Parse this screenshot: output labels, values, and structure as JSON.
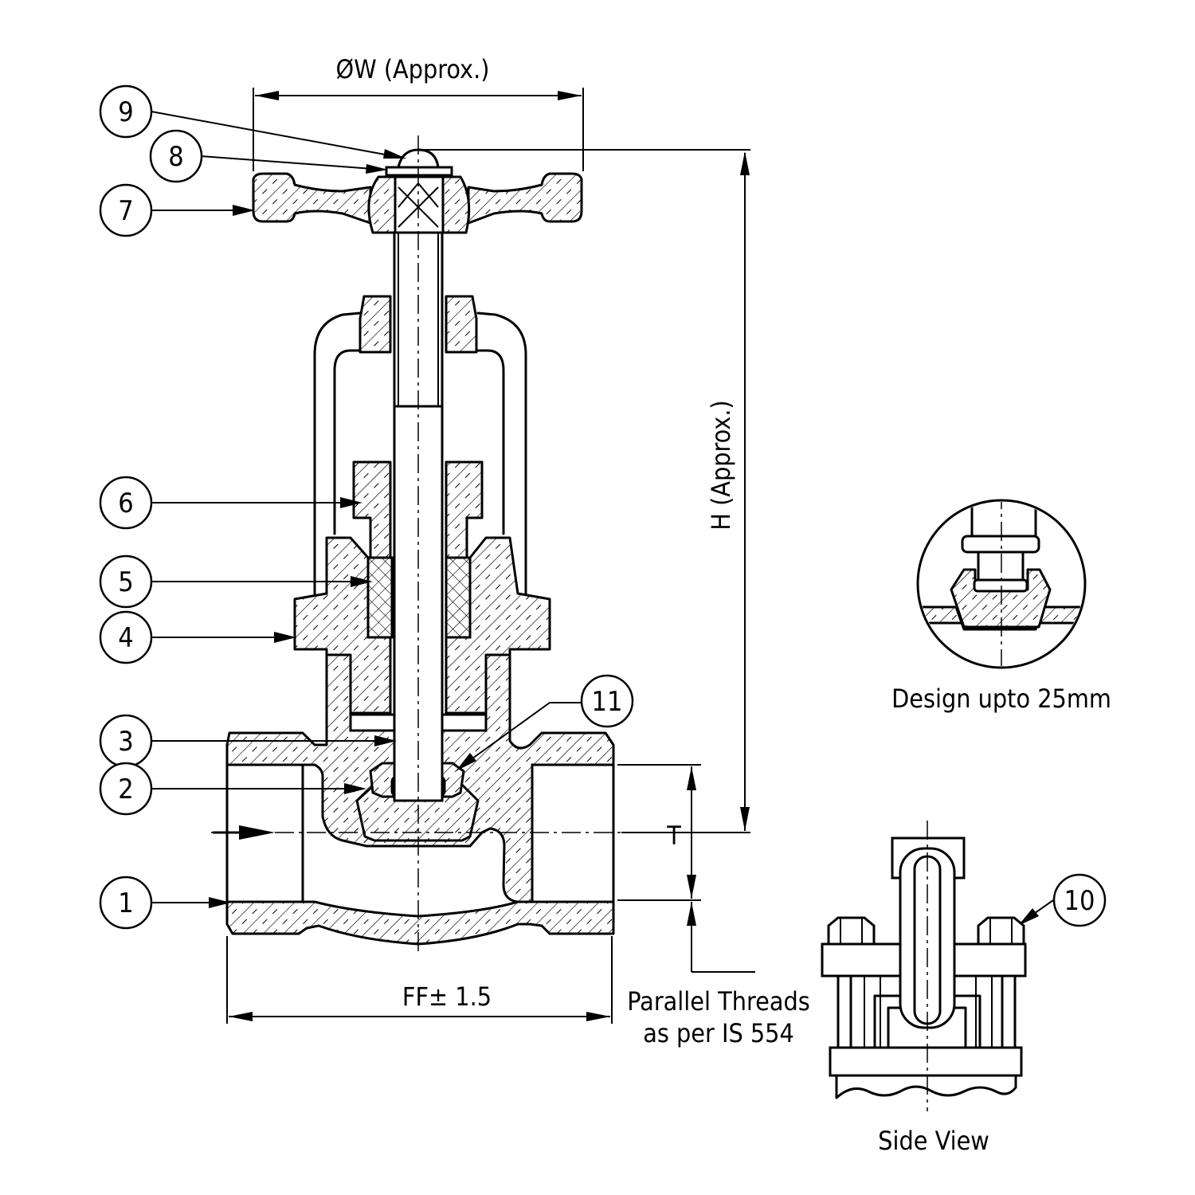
{
  "dimensions": {
    "handwheel_diameter": "ØW (Approx.)",
    "height": "H (Approx.)",
    "thread_depth": "T",
    "face_to_face": "FF",
    "face_to_face_tolerance": "± 1.5",
    "thread_note_line1": "Parallel Threads",
    "thread_note_line2": "as per IS 554"
  },
  "views": {
    "detail_caption": "Design upto 25mm",
    "side_view_caption": "Side View"
  },
  "balloons": [
    "1",
    "2",
    "3",
    "4",
    "5",
    "6",
    "7",
    "8",
    "9",
    "10",
    "11"
  ]
}
